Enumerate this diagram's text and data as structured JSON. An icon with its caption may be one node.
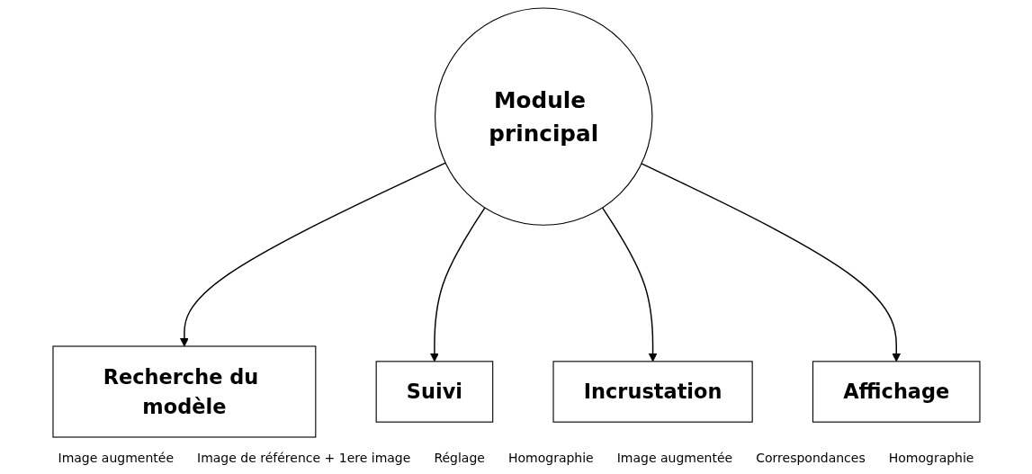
{
  "diagram": {
    "nodes": [
      {
        "text": [
          "Module principal"
        ]
      },
      {
        "text": [
          "Recherche du modèle"
        ]
      },
      {
        "text": [
          "Suivi"
        ]
      },
      {
        "text": [
          "Incrustation"
        ]
      },
      {
        "text": [
          "Affichage"
        ]
      }
    ],
    "edges": [
      {
        "from": 0,
        "to": 1,
        "arrow": "to"
      },
      {
        "from": 0,
        "to": 2,
        "arrow": "to"
      },
      {
        "from": 0,
        "to": 3,
        "arrow": "to"
      },
      {
        "from": 0,
        "to": 4,
        "arrow": "to"
      }
    ],
    "labels": [
      "Image augmentée",
      "Image de référence + 1ere image",
      "Réglage",
      "Homographie",
      "Image augmentée",
      "Correspondances",
      "Homographie"
    ]
  }
}
